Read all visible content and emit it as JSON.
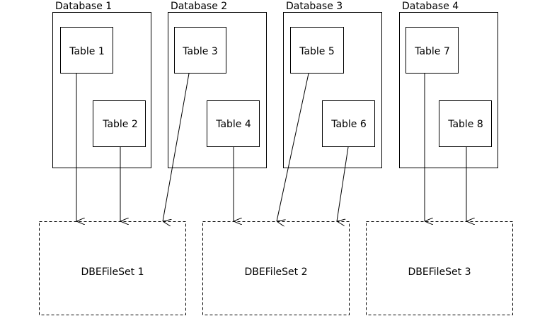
{
  "databases": [
    {
      "label": "Database 1",
      "tables": [
        "Table 1",
        "Table 2"
      ]
    },
    {
      "label": "Database 2",
      "tables": [
        "Table 3",
        "Table 4"
      ]
    },
    {
      "label": "Database 3",
      "tables": [
        "Table 5",
        "Table 6"
      ]
    },
    {
      "label": "Database 4",
      "tables": [
        "Table 7",
        "Table 8"
      ]
    }
  ],
  "filesets": [
    {
      "label": "DBEFileSet 1"
    },
    {
      "label": "DBEFileSet 2"
    },
    {
      "label": "DBEFileSet 3"
    }
  ],
  "mappings": [
    {
      "from": "Table 1",
      "to": "DBEFileSet 1"
    },
    {
      "from": "Table 2",
      "to": "DBEFileSet 1"
    },
    {
      "from": "Table 3",
      "to": "DBEFileSet 1"
    },
    {
      "from": "Table 4",
      "to": "DBEFileSet 2"
    },
    {
      "from": "Table 5",
      "to": "DBEFileSet 2"
    },
    {
      "from": "Table 6",
      "to": "DBEFileSet 2"
    },
    {
      "from": "Table 7",
      "to": "DBEFileSet 3"
    },
    {
      "from": "Table 8",
      "to": "DBEFileSet 3"
    }
  ]
}
